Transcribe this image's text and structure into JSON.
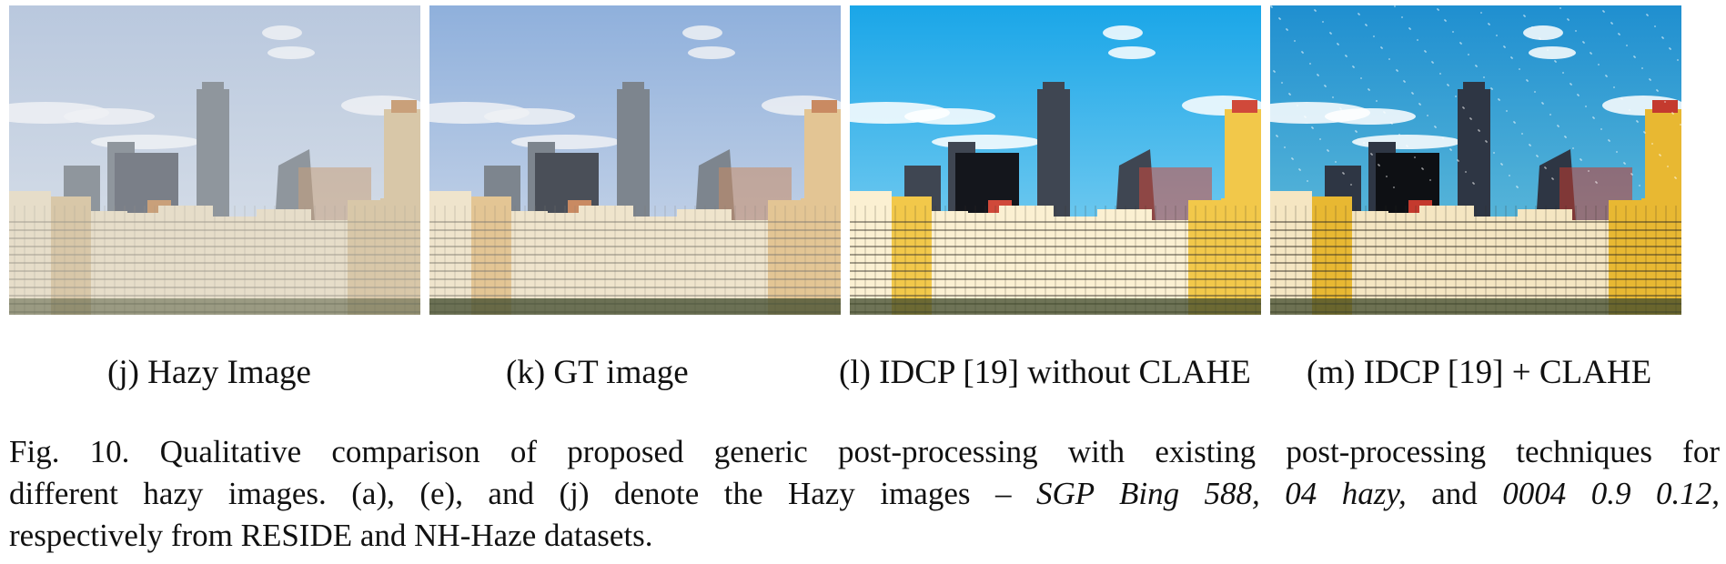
{
  "panels": [
    {
      "label": "(j) Hazy Image",
      "variant": "hazy"
    },
    {
      "label": "(k) GT image",
      "variant": "gt"
    },
    {
      "label": "(l) IDCP [19] without CLAHE",
      "variant": "idcp"
    },
    {
      "label": "(m) IDCP [19] + CLAHE",
      "variant": "clahe"
    }
  ],
  "caption": {
    "line1": "Fig. 10. Qualitative comparison of proposed generic post-processing with existing post-processing techniques for",
    "line2_a": "different hazy images. (a), (e), and (j) denote the Hazy images – ",
    "line2_i1": "SGP Bing 588, 04 hazy,",
    "line2_b": " and ",
    "line2_i2": "0004 0.9 0.12",
    "line2_c": ",",
    "line3": "respectively from RESIDE and NH-Haze datasets."
  },
  "colors": {
    "hazy": {
      "sky_top": "#b9c8de",
      "sky_bottom": "#dde3ea",
      "tower": "#8f969d",
      "dark": "#7a7f88",
      "bldg": "#e6ddc9",
      "bldg2": "#d8c7a8",
      "window": "#9c978c",
      "accent": "#c9a07a"
    },
    "gt": {
      "sky_top": "#8fb0dc",
      "sky_bottom": "#d3dcea",
      "tower": "#7d858e",
      "dark": "#4a4f58",
      "bldg": "#efe4cc",
      "bldg2": "#e3c594",
      "window": "#7f7a70",
      "accent": "#c98a62"
    },
    "idcp": {
      "sky_top": "#1aa6e8",
      "sky_bottom": "#8fd6f2",
      "tower": "#3f4652",
      "dark": "#14161c",
      "bldg": "#fbf0d2",
      "bldg2": "#f2c84a",
      "window": "#3a352c",
      "accent": "#d0493a"
    },
    "clahe": {
      "sky_top": "#1f8fd0",
      "sky_bottom": "#6fc5dc",
      "tower": "#2e3644",
      "dark": "#0e1014",
      "bldg": "#f5e6c2",
      "bldg2": "#e8b832",
      "window": "#2e2a22",
      "accent": "#c43a2e"
    }
  }
}
